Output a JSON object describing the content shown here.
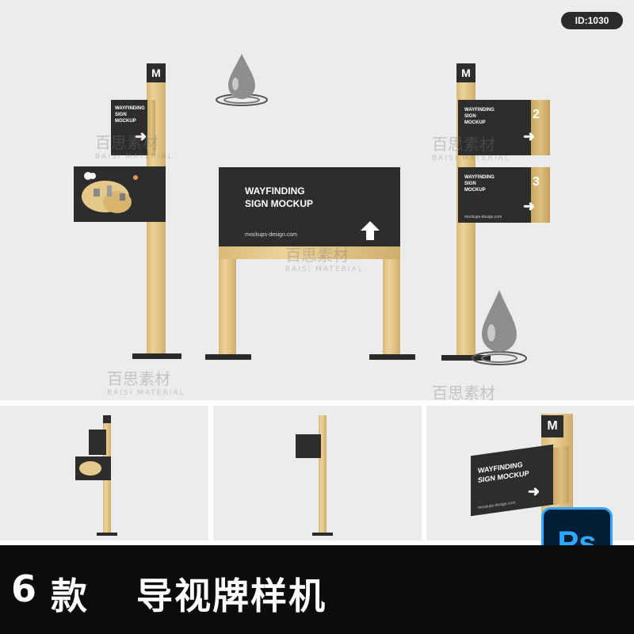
{
  "id_badge": "ID:1030",
  "main_sign": {
    "title_line1": "WAYFINDING",
    "title_line2": "SIGN MOCKUP",
    "url": "mockups-design.com"
  },
  "small_sign": {
    "line1": "WAYFINDING",
    "line2": "SIGN",
    "line3": "MOCKUP"
  },
  "right_sign_numbers": [
    "2",
    "3"
  ],
  "right_lower_url": "mockups-design.com",
  "bottom_panel_sign": {
    "title_line1": "WAYFINDING",
    "title_line2": "SIGN MOCKUP",
    "url": "mockups-design.com"
  },
  "logo_glyph": "M",
  "watermark": {
    "cn": "百思素材",
    "en": "BAISI MATERIAL"
  },
  "bottom_bar": {
    "count": "6",
    "measure": "款",
    "title": "导视牌样机"
  },
  "ps_badge": "Ps"
}
